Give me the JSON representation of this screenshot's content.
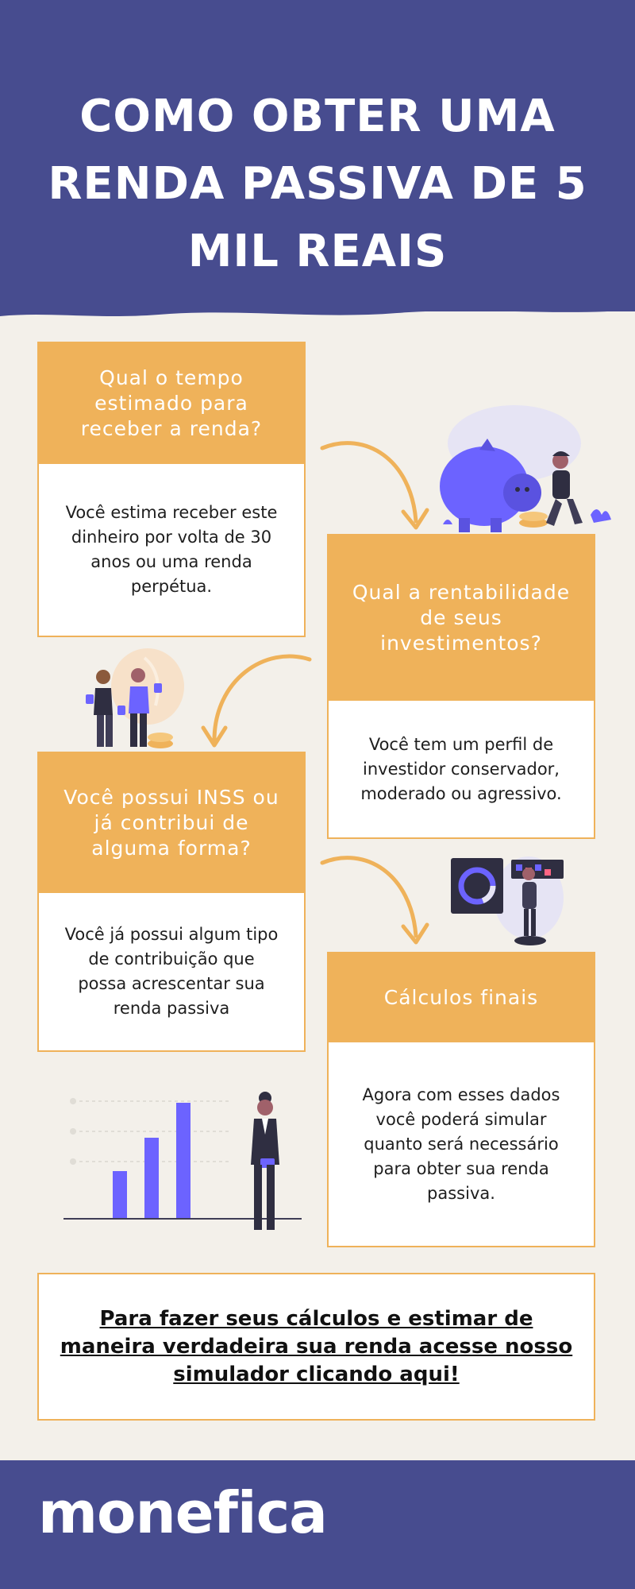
{
  "title": "COMO OBTER UMA RENDA PASSIVA DE 5 MIL REAIS",
  "cards": [
    {
      "question": "Qual o tempo estimado para receber a renda?",
      "answer": "Você estima receber este dinheiro por volta de 30 anos ou uma renda perpétua."
    },
    {
      "question": "Qual a rentabilidade de seus investimentos?",
      "answer": "Você tem um perfil de investidor conservador, moderado ou agressivo."
    },
    {
      "question": "Você possui INSS ou já contribui de alguma forma?",
      "answer": "Você já possui algum tipo de contribuição que possa acrescentar sua renda passiva"
    },
    {
      "question": "Cálculos finais",
      "answer": "Agora com esses dados você poderá simular quanto será necessário para obter sua renda passiva."
    }
  ],
  "cta": {
    "text": "Para fazer seus cálculos e estimar de maneira verdadeira sua renda acesse nosso simulador clicando aqui!"
  },
  "footer": {
    "logo": "monefica"
  },
  "colors": {
    "primary": "#474c8f",
    "accent": "#efb25a",
    "illustration": "#6c63ff",
    "background": "#f3f0ea"
  },
  "illustrations": [
    "piggy-bank-person",
    "handshake-people",
    "dashboard-person",
    "bar-chart-woman"
  ]
}
